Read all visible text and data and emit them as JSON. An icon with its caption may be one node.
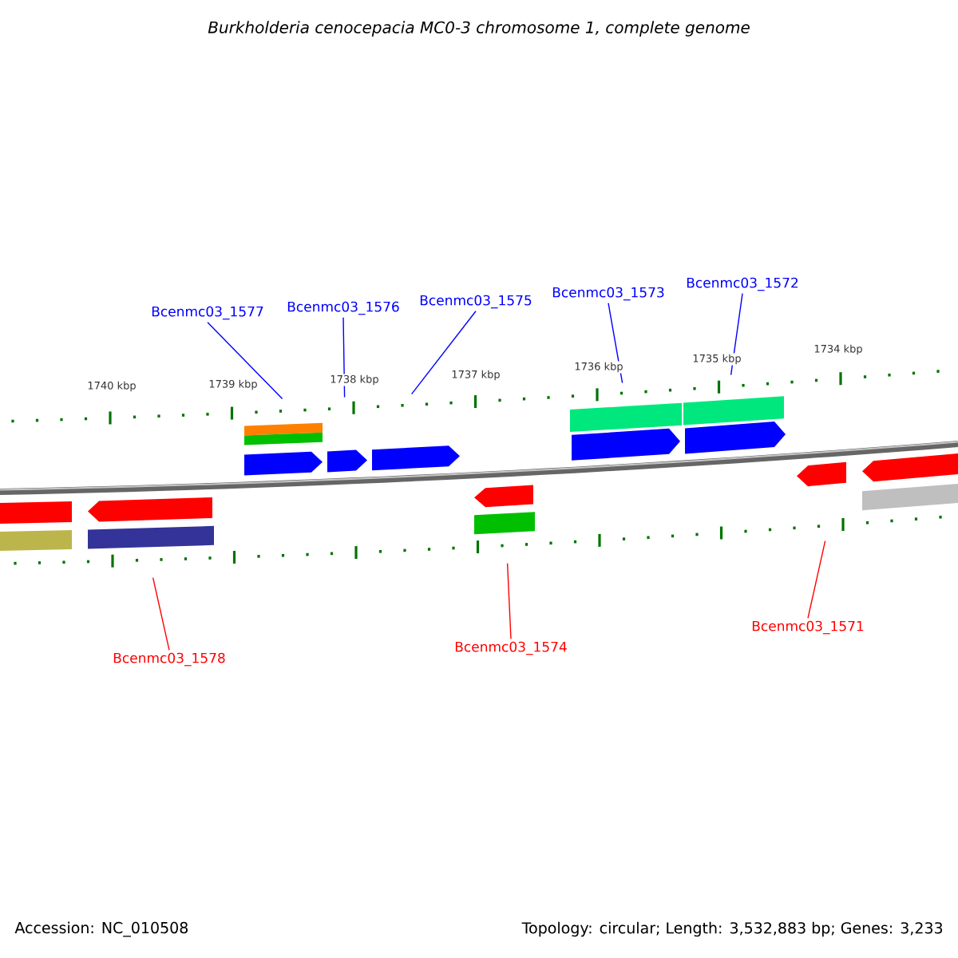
{
  "diagram": {
    "title": "Burkholderia cenocepacia MC0-3 chromosome 1, complete genome",
    "nodes": [
      {
        "text": [
          "Bcenmc03_1577"
        ]
      },
      {
        "text": [
          "Bcenmc03_1576"
        ]
      },
      {
        "text": [
          "Bcenmc03_1575"
        ]
      },
      {
        "text": [
          "Bcenmc03_1573"
        ]
      },
      {
        "text": [
          "Bcenmc03_1572"
        ]
      },
      {
        "text": [
          "Bcenmc03_1578"
        ]
      },
      {
        "text": [
          "Bcenmc03_1574"
        ]
      },
      {
        "text": [
          "Bcenmc03_1571"
        ]
      },
      {
        "text": [],
        "shape": "scale"
      },
      {
        "text": [],
        "shape": "scale"
      }
    ],
    "edges": [
      {
        "from": 0,
        "to": 8,
        "arrow": "none"
      },
      {
        "from": 1,
        "to": 8,
        "arrow": "none"
      },
      {
        "from": 2,
        "to": 8,
        "arrow": "none"
      },
      {
        "from": 3,
        "to": 8,
        "arrow": "none"
      },
      {
        "from": 4,
        "to": 8,
        "arrow": "none"
      },
      {
        "from": 5,
        "to": 9,
        "arrow": "none",
        "color": "#ff0000"
      },
      {
        "from": 6,
        "to": 9,
        "arrow": "none",
        "color": "#ff0000"
      },
      {
        "from": 7,
        "to": 9,
        "arrow": "none",
        "color": "#ff0000"
      }
    ],
    "labels": [
      "1740 kbp",
      "1739 kbp",
      "1738 kbp",
      "1737 kbp",
      "1736 kbp",
      "1735 kbp",
      "1734 kbp",
      "Accession: NC_010508",
      "Topology: circular; Length: 3,532,883 bp; Genes: 3,233"
    ]
  }
}
